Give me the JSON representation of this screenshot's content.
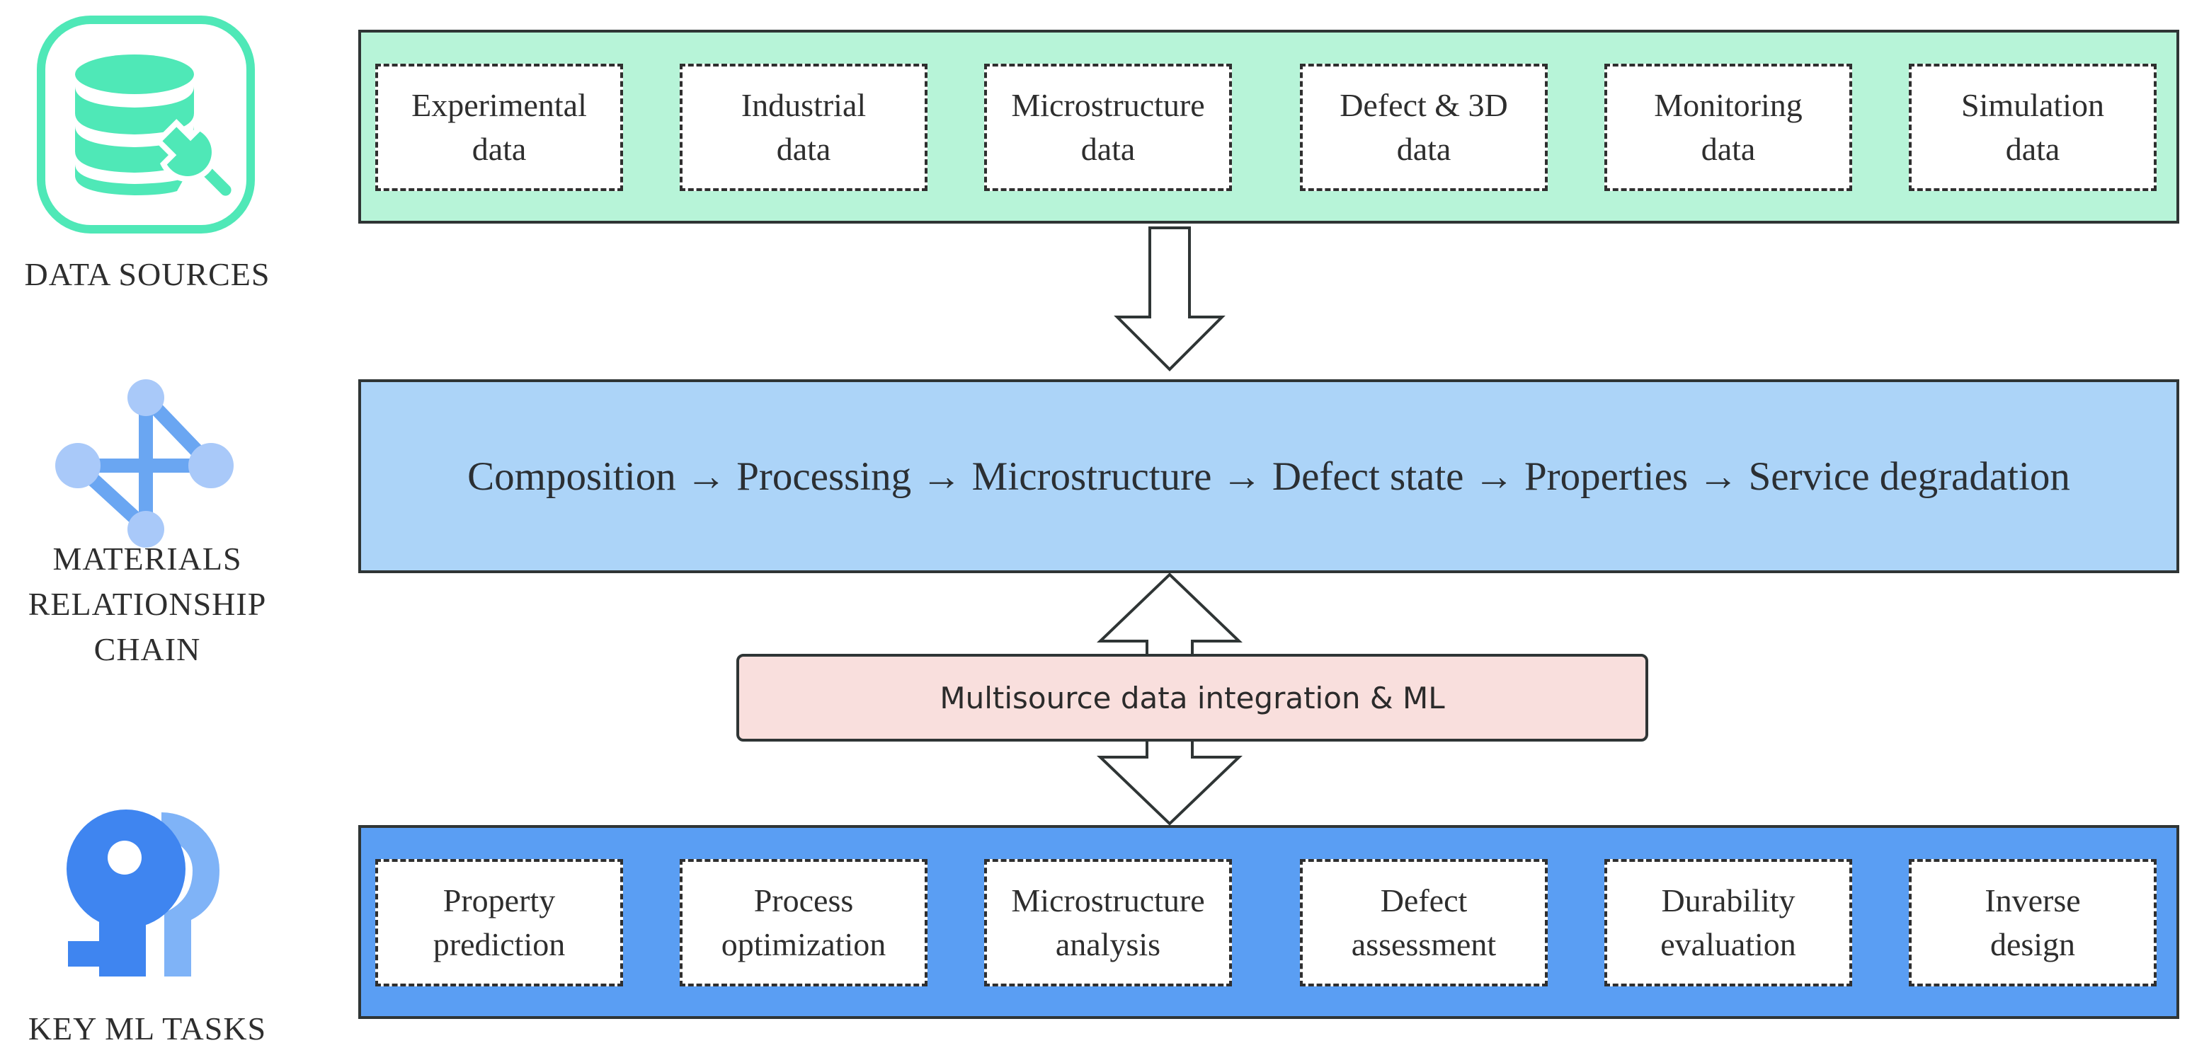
{
  "left_column": {
    "data_sources_label": "DATA SOURCES",
    "chain_label_lines": [
      "MATERIALS",
      "RELATIONSHIP",
      "CHAIN"
    ],
    "tasks_label": "KEY ML TASKS"
  },
  "data_sources": {
    "items": [
      {
        "line1": "Experimental",
        "line2": "data"
      },
      {
        "line1": "Industrial",
        "line2": "data"
      },
      {
        "line1": "Microstructure",
        "line2": "data"
      },
      {
        "line1": "Defect & 3D",
        "line2": "data"
      },
      {
        "line1": "Monitoring",
        "line2": "data"
      },
      {
        "line1": "Simulation",
        "line2": "data"
      }
    ]
  },
  "chain": {
    "text": "Composition → Processing → Microstructure → Defect state → Properties → Service degradation"
  },
  "integration": {
    "text": "Multisource data integration & ML"
  },
  "tasks": {
    "items": [
      {
        "line1": "Property",
        "line2": "prediction"
      },
      {
        "line1": "Process",
        "line2": "optimization"
      },
      {
        "line1": "Microstructure",
        "line2": "analysis"
      },
      {
        "line1": "Defect",
        "line2": "assessment"
      },
      {
        "line1": "Durability",
        "line2": "evaluation"
      },
      {
        "line1": "Inverse",
        "line2": "design"
      }
    ]
  },
  "colors": {
    "data_band": "#b7f4d8",
    "chain_band": "#acd4f8",
    "task_band": "#5a9ef3",
    "integration_box": "#f9dfdd",
    "data_icon": "#4fe8b7",
    "chain_icon": "#6aa6f2",
    "task_icon": "#3f85f0"
  },
  "icons": {
    "data_sources": "database-wrench-icon",
    "chain": "network-nodes-icon",
    "tasks": "key-icon"
  }
}
